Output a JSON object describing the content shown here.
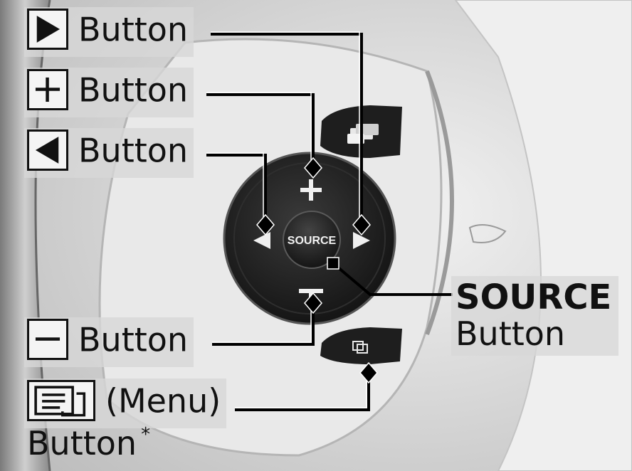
{
  "labels": {
    "next": "Button",
    "plus": "Button",
    "prev": "Button",
    "minus": "Button",
    "source_title": "SOURCE",
    "source_sub": "Button",
    "menu_paren": "(Menu)",
    "menu_sub": "Button",
    "menu_star": "*"
  },
  "controls": {
    "center_label": "SOURCE"
  },
  "colors": {
    "pad": "#1f1f1f",
    "wheel": "#e6e6e6",
    "leader": "#000000"
  }
}
